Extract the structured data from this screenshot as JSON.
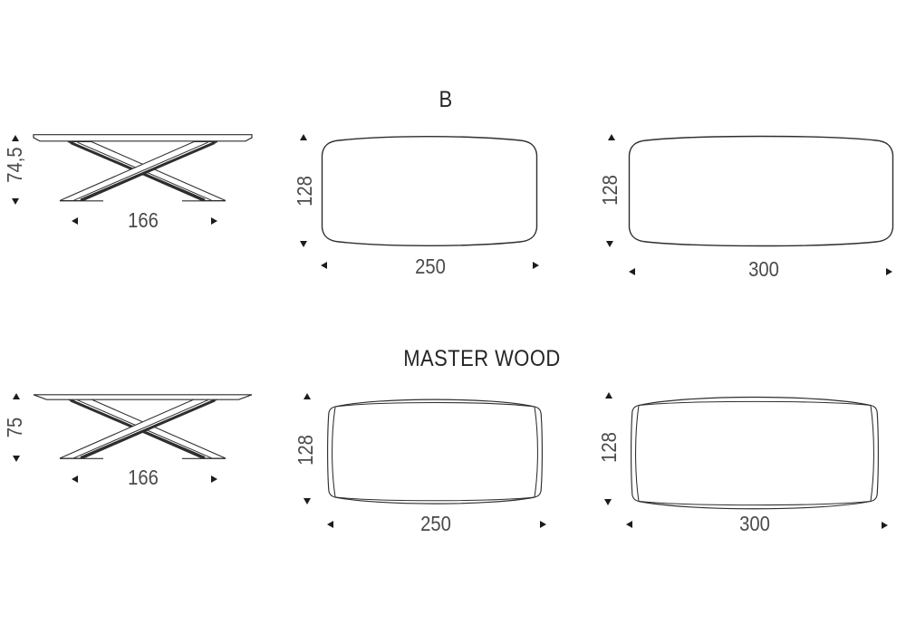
{
  "colors": {
    "background": "#ffffff",
    "line": "#2e2e2e",
    "dimension_text": "#4a4a4a",
    "title_text": "#262626",
    "arrow": "#1c1c1c"
  },
  "sections": [
    {
      "title": "B",
      "side_view": {
        "height": "74,5",
        "width": "166"
      },
      "top_views": [
        {
          "depth": "128",
          "width": "250"
        },
        {
          "depth": "128",
          "width": "300"
        }
      ]
    },
    {
      "title": "MASTER WOOD",
      "side_view": {
        "height": "75",
        "width": "166"
      },
      "top_views": [
        {
          "depth": "128",
          "width": "250"
        },
        {
          "depth": "128",
          "width": "300"
        }
      ]
    }
  ]
}
